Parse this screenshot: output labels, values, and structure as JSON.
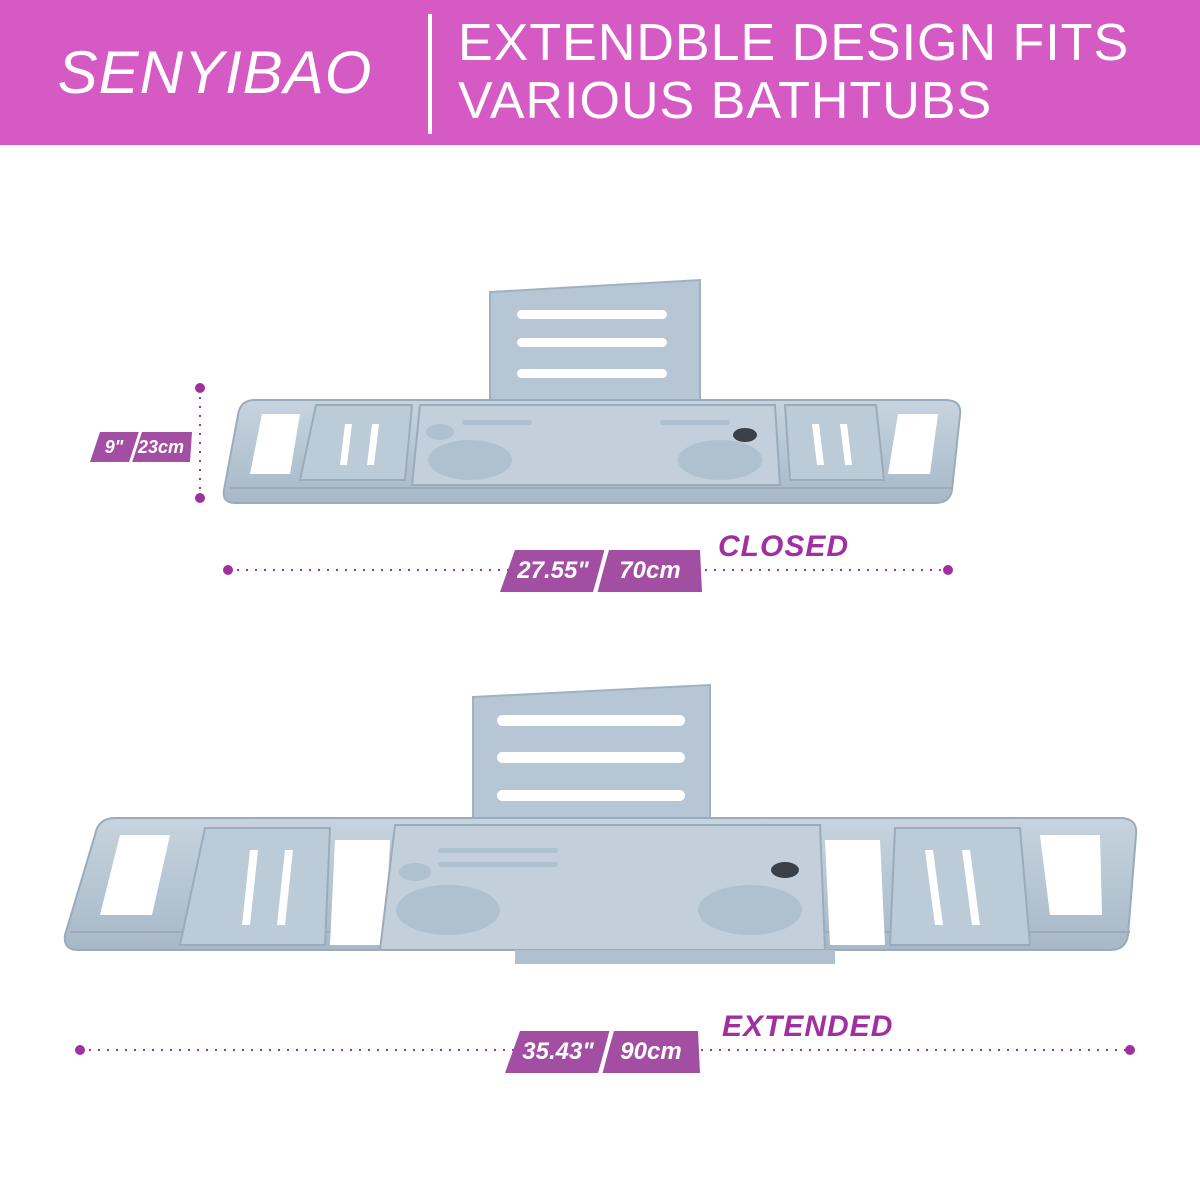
{
  "header": {
    "brand": "SENYIBAO",
    "tagline_line1": "EXTENDBLE DESIGN FITS",
    "tagline_line2": "VARIOUS BATHTUBS"
  },
  "closed": {
    "height_in": "9\"",
    "height_cm": "23cm",
    "width_in": "27.55\"",
    "width_cm": "70cm",
    "state": "CLOSED"
  },
  "extended": {
    "width_in": "35.43\"",
    "width_cm": "90cm",
    "state": "EXTENDED"
  },
  "colors": {
    "header_bg": "#d65ac4",
    "badge_bg": "#a24ea3",
    "state_text": "#a0309f",
    "tray": "#b8c8d6"
  }
}
